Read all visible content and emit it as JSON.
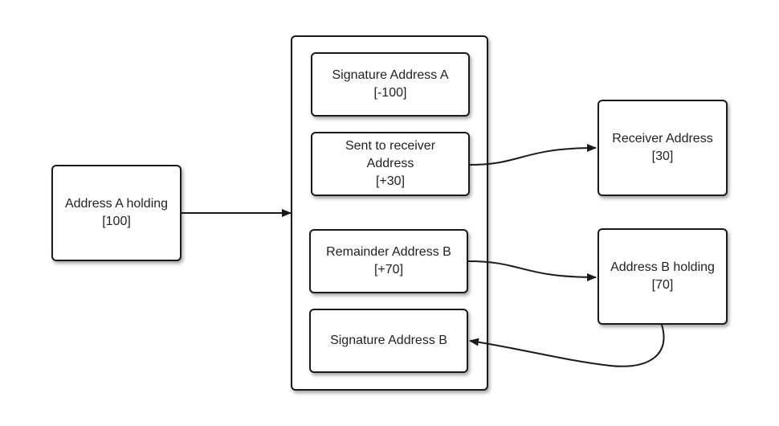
{
  "diagram": {
    "address_a": {
      "line1": "Address A holding",
      "line2": "[100]"
    },
    "transaction": {
      "sig_a": {
        "line1": "Signature Address A",
        "line2": "[-100]"
      },
      "sent_receiver": {
        "line1": "Sent to receiver",
        "line2": "Address",
        "line3": "[+30]"
      },
      "remainder_b": {
        "line1": "Remainder Address B",
        "line2": "[+70]"
      },
      "sig_b": {
        "line1": "Signature Address B"
      }
    },
    "receiver": {
      "line1": "Receiver Address",
      "line2": "[30]"
    },
    "address_b": {
      "line1": "Address B holding",
      "line2": "[70]"
    }
  },
  "colors": {
    "stroke": "#1a1a1a",
    "text": "#222222",
    "background": "#ffffff"
  }
}
